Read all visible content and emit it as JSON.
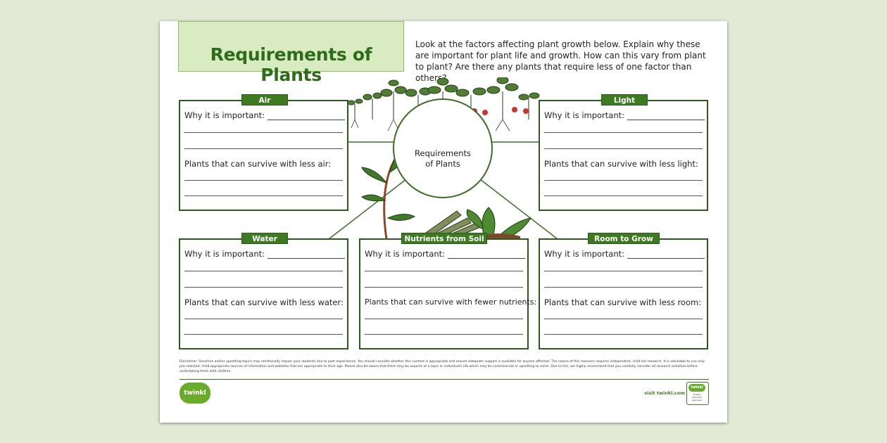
{
  "title": "Requirements of Plants",
  "intro": "Look at the factors affecting plant growth below. Explain why these are important for plant life and growth. How can this vary from plant to plant? Are there any plants that require less of one factor than others?",
  "center_label_1": "Requirements",
  "center_label_2": "of Plants",
  "cards": {
    "air": {
      "tab": "Air",
      "why": "Why it is important:",
      "plants": "Plants that can survive with less air:"
    },
    "light": {
      "tab": "Light",
      "why": "Why it is important:",
      "plants": "Plants that can survive with less light:"
    },
    "water": {
      "tab": "Water",
      "why": "Why it is important:",
      "plants": "Plants that can survive with less water:"
    },
    "nutrients": {
      "tab": "Nutrients from Soil",
      "why": "Why it is important:",
      "plants": "Plants that can survive with fewer nutrients:"
    },
    "room": {
      "tab": "Room to Grow",
      "why": "Why it is important:",
      "plants": "Plants that can survive with less room:"
    }
  },
  "disclaimer": "Disclaimer: Sensitive and/or upsetting topics may emotionally impact your students due to past experiences. You should consider whether this content is appropriate and ensure adequate support is available for anyone affected. The nature of this resource requires independent, child-led research. It is advisable to use only pre-selected, child-appropriate sources of information and websites that are appropriate to their age. Please also be aware that there may be aspects of a topic or individual's life which may be controversial or upsetting to some. Due to this, we highly recommend that you carefully consider all research activities before undertaking them with children.",
  "footer": {
    "logo": "twinkl",
    "visit": "visit twinkl.com",
    "badge_top": "twinkl",
    "badge_text": "Quality Standard Approved"
  },
  "colors": {
    "accent": "#3d7a22",
    "title_bg": "#d8ebc1",
    "page_bg": "#e2ead6"
  }
}
